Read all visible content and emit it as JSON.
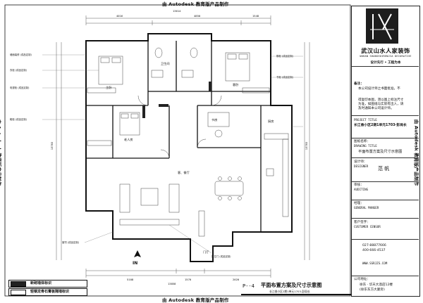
{
  "watermark": "由 Autodesk 教育版产品制作",
  "company": {
    "name_cn": "武汉山水人家装饰",
    "name_en": "WUHAN SHANSHUIRENJIA DECORATIVE",
    "slogan": "设计先行 • 工程为本"
  },
  "title_block": {
    "note_label": "备注：",
    "note_text": [
      "本公司设计师之书面批准，不",
      "得复印本图，须以图上标注尺寸",
      "为准，如图纸与实际有出入，请",
      "及时通知本公司设计师。"
    ],
    "project_title_en": "PROJECT TITLE",
    "project_title": "长江香小区2期1单元1703-彭局长",
    "drawing_title_en": "DRAWING TITLE",
    "drawing_title_cn": "图纸名称：",
    "drawing_title": "平面布置方案及尺寸示意图",
    "designer_cn": "设计师：",
    "designer_en": "DESIGNER",
    "designer_name": "范 帆",
    "auditing_cn": "审核：",
    "auditing_en": "AUDITING",
    "manager_cn": "经理：",
    "manager_en": "GENERAL MANGER",
    "customer_cn": "客户签字：",
    "customer_en": "CUSTOMER CENSOR",
    "phone1": "027-88877666",
    "phone2": "400-666-4537",
    "website": "WWW.SSRJZS.COM",
    "address_cn": "公司地址：",
    "address1": "徐东 · 华天大酒店12楼",
    "address2": "(徐东东方大厦旁)"
  },
  "drawing": {
    "sheet_number": "P--4",
    "sheet_title": "平面布置方案及尺寸示意图",
    "sheet_subtitle": "长江香小区2期1单元1703-彭局长",
    "entry_label": "IN",
    "legends": [
      {
        "label": "新砌墙体标识",
        "fill": "#222222"
      },
      {
        "label": "轻钢龙骨石膏板隔墙标识",
        "fill": "#ffffff"
      }
    ],
    "dims_top": [
      "4016",
      "4850",
      "1548"
    ],
    "dim_total_top": "13614",
    "dims_bottom": [
      "5108",
      "1570",
      "2020"
    ],
    "dim_total_bottom": "13858",
    "dims_left": [
      "13783"
    ],
    "dims_right": [
      "13783"
    ],
    "rooms": [
      {
        "name": "主卧",
        "key": "master"
      },
      {
        "name": "客卧",
        "key": "guest"
      },
      {
        "name": "书房",
        "key": "study"
      },
      {
        "name": "老人房",
        "key": "elder"
      },
      {
        "name": "客、餐厅",
        "key": "living"
      },
      {
        "name": "厨房",
        "key": "kitchen"
      },
      {
        "name": "门厅",
        "key": "foyer"
      },
      {
        "name": "卫生间",
        "key": "bath"
      }
    ],
    "notes": [
      "墙面装修 (成品定制)",
      "衣柜 (成品定制)",
      "电视柜 (成品定制)",
      "鞋柜 (成品定制)",
      "橱柜 (成品定制)",
      "书柜 (成品定制)",
      "推拉门 (成品定制)",
      "窗帘 (成品定制)"
    ]
  }
}
